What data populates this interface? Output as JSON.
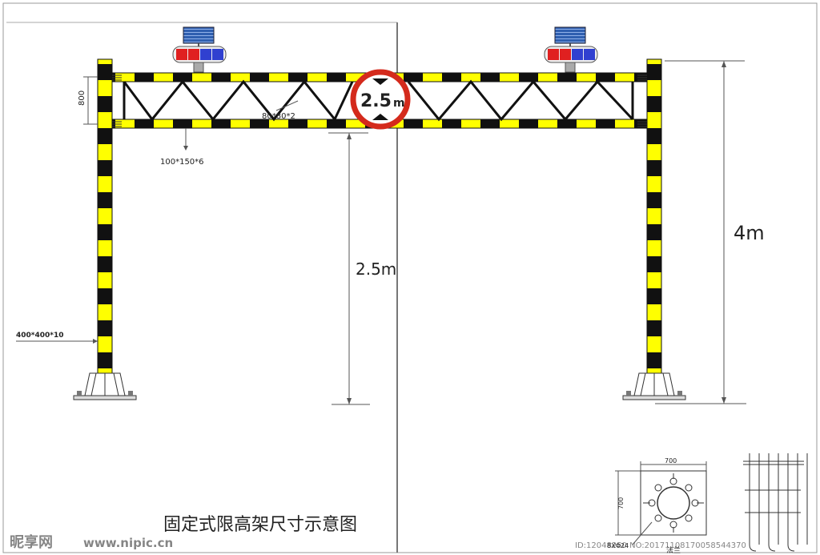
{
  "title": "固定式限高架尺寸示意图",
  "sign": {
    "number": "2.5",
    "unit": "m"
  },
  "labels": {
    "beam_depth": "800",
    "truss_member": "80*80*2",
    "chord": "100*150*6",
    "column": "400*400*10",
    "clearance": "2.5m",
    "overall_height": "4m"
  },
  "flange_detail": {
    "width": "700",
    "height": "700",
    "bolts": "8XΦ24",
    "caption": "法兰"
  },
  "watermark": {
    "logo": "昵享网",
    "site": "www.nipic.cn",
    "id": "ID:12048250 NO:20171108170058544370"
  },
  "colors": {
    "stripe_yellow": "#ffff00",
    "stripe_black": "#111111",
    "sign_ring": "#d42a1c",
    "lamp_red": "#e02020",
    "lamp_blue": "#3040d0",
    "solar_panel": "#2f5fb0"
  }
}
